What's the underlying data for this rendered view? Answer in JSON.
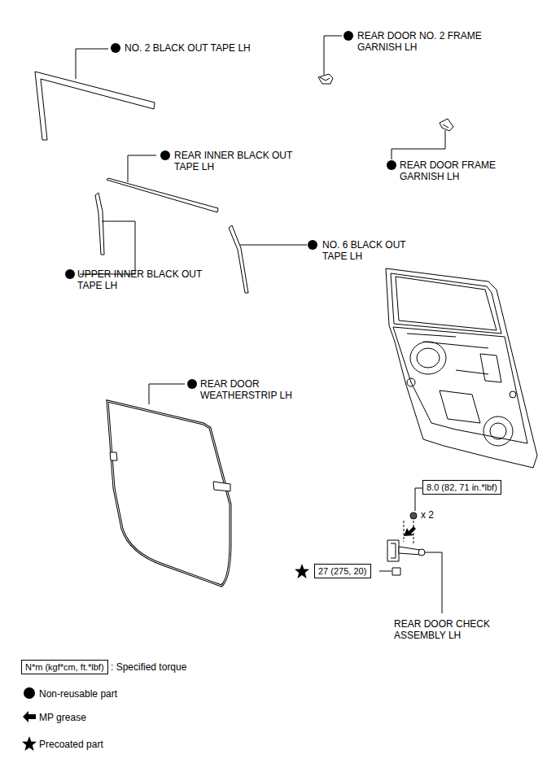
{
  "diagram": {
    "nodes": [
      {
        "text": [
          "8.0 (82, 71 in.*lbf)"
        ]
      },
      {
        "text": [
          "27 (275, 20)"
        ]
      },
      {
        "text": [
          "N*m (kgf*cm, ft.*lbf)"
        ]
      }
    ],
    "labels": [
      "NO. 2 BLACK OUT TAPE LH",
      "REAR DOOR NO. 2 FRAME GARNISH LH",
      "REAR INNER BLACK OUT TAPE LH",
      "REAR DOOR FRAME GARNISH LH",
      "NO. 6 BLACK OUT TAPE LH",
      "UPPER INNER BLACK OUT TAPE LH",
      "REAR DOOR WEATHERSTRIP LH",
      "x 2",
      "REAR DOOR CHECK ASSEMBLY LH"
    ],
    "legend": [
      {
        "text": ": Specified torque"
      },
      {
        "text": "Non-reusable part"
      },
      {
        "text": "MP grease"
      },
      {
        "text": "Precoated part"
      }
    ]
  }
}
